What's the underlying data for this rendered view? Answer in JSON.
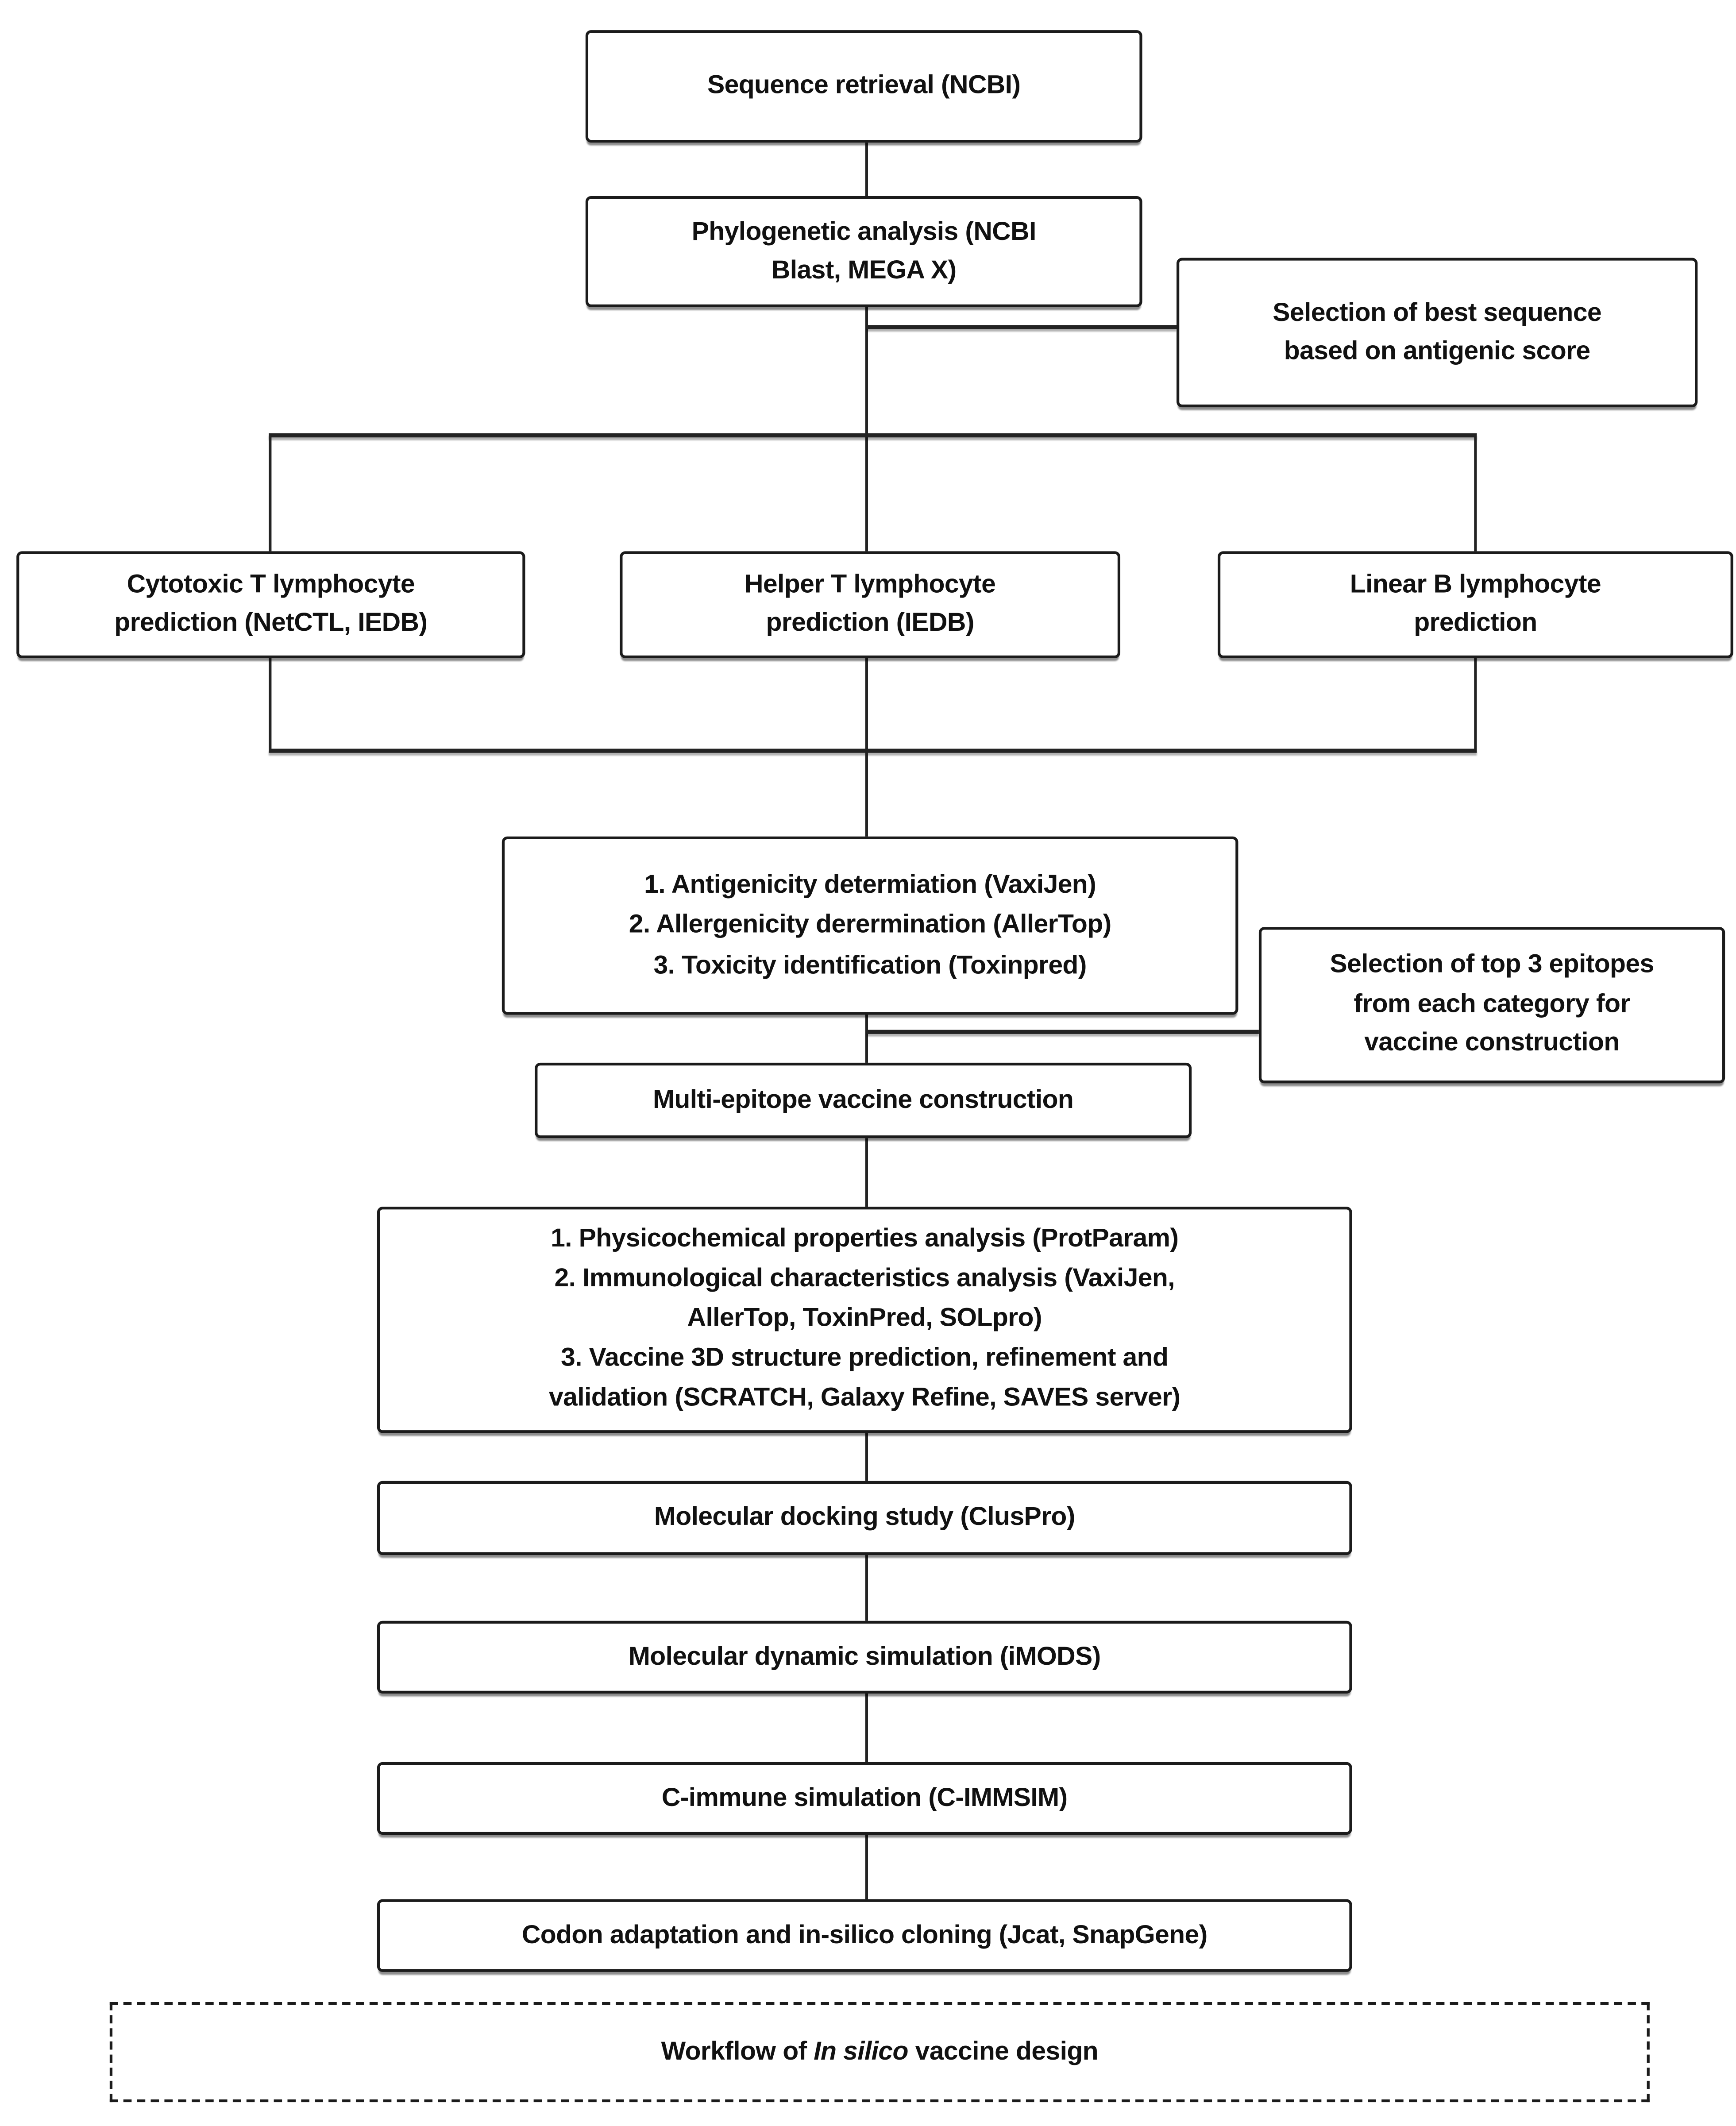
{
  "caption": {
    "prefix": "Workflow of ",
    "italic": "In silico",
    "suffix": " vaccine design"
  },
  "colors": {
    "background": "#ffffff",
    "box_fill": "#ffffff",
    "border": "#1b1b1b",
    "text": "#111111",
    "connector": "#232323"
  },
  "nodes": {
    "sequence_retrieval": {
      "label": "Sequence retrieval (NCBI)"
    },
    "phylogenetic_analysis": {
      "label": "Phylogenetic analysis (NCBI\nBlast, MEGA X)"
    },
    "best_sequence_selection": {
      "label": "Selection of best sequence\nbased on antigenic score"
    },
    "cytotoxic_t_prediction": {
      "label": "Cytotoxic T lymphocyte\nprediction (NetCTL, IEDB)"
    },
    "helper_t_prediction": {
      "label": "Helper T lymphocyte\nprediction (IEDB)"
    },
    "linear_b_prediction": {
      "label": "Linear B lymphocyte\nprediction"
    },
    "epitope_screening": {
      "label": "1. Antigenicity determiation (VaxiJen)\n2. Allergenicity derermination (AllerTop)\n3. Toxicity identification (Toxinpred)"
    },
    "top3_epitope_selection": {
      "label": "Selection of top 3 epitopes\nfrom each category for\nvaccine construction"
    },
    "vaccine_construction": {
      "label": "Multi-epitope vaccine construction"
    },
    "vaccine_analysis": {
      "label": "1. Physicochemical properties analysis (ProtParam)\n2. Immunological characteristics analysis (VaxiJen,\nAllerTop, ToxinPred, SOLpro)\n3. Vaccine 3D structure prediction, refinement and\nvalidation (SCRATCH, Galaxy Refine, SAVES server)"
    },
    "molecular_docking": {
      "label": "Molecular docking study (ClusPro)"
    },
    "molecular_dynamics": {
      "label": "Molecular dynamic simulation (iMODS)"
    },
    "immune_simulation": {
      "label": "C-immune simulation (C-IMMSIM)"
    },
    "codon_adaptation": {
      "label": "Codon adaptation and in-silico cloning (Jcat, SnapGene)"
    }
  }
}
